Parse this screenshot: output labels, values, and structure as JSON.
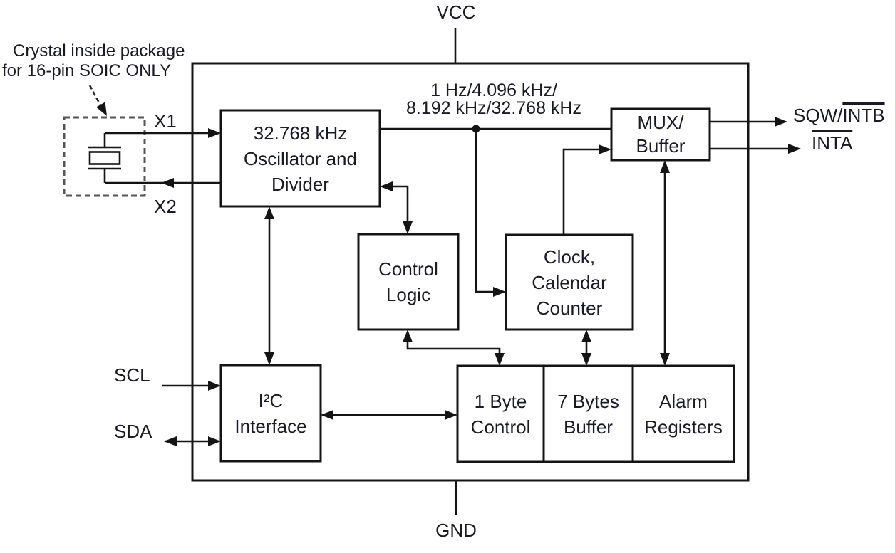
{
  "diagram": {
    "description": "RTC block diagram",
    "annotation": {
      "line1": "Crystal inside package",
      "line2": "for 16-pin SOIC ONLY"
    },
    "power_pins": {
      "vcc": "VCC",
      "gnd": "GND"
    },
    "left_pins": {
      "x1": "X1",
      "x2": "X2",
      "scl": "SCL",
      "sda": "SDA"
    },
    "outputs": {
      "sqw_prefix": "SQW/",
      "sqw_overlined": "INTB",
      "inta_overlined": "INTA"
    },
    "freq_label": {
      "line1": "1 Hz/4.096 kHz/",
      "line2": "8.192 kHz/32.768 kHz"
    },
    "blocks": {
      "oscillator": {
        "line1": "32.768 kHz",
        "line2": "Oscillator and",
        "line3": "Divider"
      },
      "control_logic": {
        "line1": "Control",
        "line2": "Logic"
      },
      "clock_calendar": {
        "line1": "Clock,",
        "line2": "Calendar",
        "line3": "Counter"
      },
      "mux_buffer": {
        "line1": "MUX/",
        "line2": "Buffer"
      },
      "i2c_interface": {
        "line1": "I²C",
        "line2": "Interface"
      },
      "one_byte_control": {
        "line1": "1 Byte",
        "line2": "Control"
      },
      "seven_bytes_buffer": {
        "line1": "7 Bytes",
        "line2": "Buffer"
      },
      "alarm_registers": {
        "line1": "Alarm",
        "line2": "Registers"
      }
    },
    "connections": [
      {
        "from": "VCC",
        "to": "chip",
        "direction": "in"
      },
      {
        "from": "GND",
        "to": "chip",
        "direction": "in"
      },
      {
        "from": "crystal",
        "to": "oscillator",
        "via": "X1",
        "direction": "in"
      },
      {
        "from": "oscillator",
        "to": "crystal",
        "via": "X2",
        "direction": "out"
      },
      {
        "from": "SCL",
        "to": "i2c_interface",
        "direction": "in"
      },
      {
        "from": "SDA",
        "to": "i2c_interface",
        "direction": "bidirectional"
      },
      {
        "from": "oscillator",
        "to": "mux_buffer",
        "direction": "out"
      },
      {
        "from": "oscillator",
        "to": "clock_calendar",
        "direction": "out"
      },
      {
        "from": "oscillator",
        "to": "control_logic",
        "direction": "bidirectional"
      },
      {
        "from": "oscillator",
        "to": "i2c_interface",
        "direction": "bidirectional"
      },
      {
        "from": "clock_calendar",
        "to": "mux_buffer",
        "direction": "out"
      },
      {
        "from": "alarm_registers",
        "to": "mux_buffer",
        "direction": "bidirectional"
      },
      {
        "from": "control_logic",
        "to": "one_byte_control",
        "direction": "bidirectional"
      },
      {
        "from": "clock_calendar",
        "to": "seven_bytes_buffer",
        "direction": "bidirectional"
      },
      {
        "from": "i2c_interface",
        "to": "one_byte_control",
        "direction": "bidirectional"
      },
      {
        "from": "mux_buffer",
        "to": "SQW/INTB",
        "direction": "out"
      },
      {
        "from": "mux_buffer",
        "to": "INTA",
        "direction": "out"
      }
    ],
    "colors": {
      "line": "#141414",
      "text": "#1a1a26",
      "dashed_box": "#555555",
      "background": "#ffffff"
    }
  }
}
